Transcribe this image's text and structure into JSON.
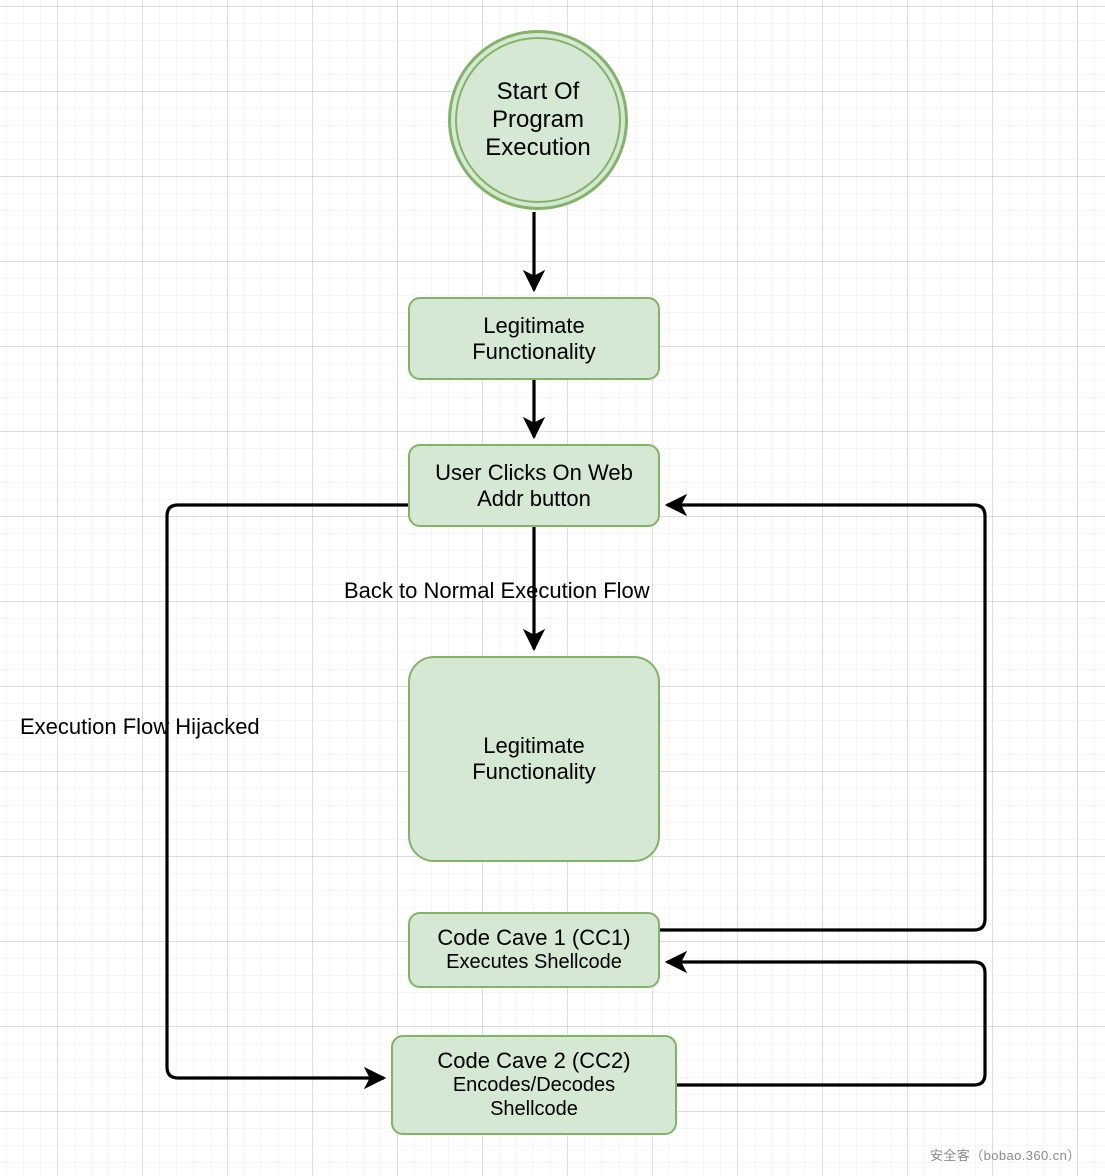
{
  "diagram": {
    "title": "Code Cave Execution Flow",
    "colors": {
      "node_fill": "#d5e8d4",
      "node_stroke": "#82b366",
      "edge_stroke": "#000000",
      "text": "#000000",
      "grid_minor": "#f0f0f0",
      "grid_major": "#e2e2e2",
      "watermark": "#8b8b8b"
    },
    "nodes": [
      {
        "id": "start",
        "shape": "double-circle",
        "lines": [
          "Start Of",
          "Program",
          "Execution"
        ]
      },
      {
        "id": "legit1",
        "shape": "rounded-rect",
        "lines": [
          "Legitimate",
          "Functionality"
        ]
      },
      {
        "id": "user-clicks",
        "shape": "rounded-rect",
        "lines": [
          "User Clicks On Web",
          "Addr button"
        ]
      },
      {
        "id": "legit2",
        "shape": "rounded-rect-large",
        "lines": [
          "Legitimate",
          "Functionality"
        ]
      },
      {
        "id": "cc1",
        "shape": "rounded-rect",
        "lines": [
          "Code Cave 1 (CC1)",
          "Executes Shellcode"
        ]
      },
      {
        "id": "cc2",
        "shape": "rounded-rect",
        "lines": [
          "Code Cave 2 (CC2)",
          "Encodes/Decodes",
          "Shellcode"
        ]
      }
    ],
    "edge_labels": [
      {
        "id": "back-to-normal",
        "text": "Back to Normal Execution Flow"
      },
      {
        "id": "hijacked",
        "text": "Execution Flow Hijacked"
      }
    ],
    "edges": [
      {
        "from": "start",
        "to": "legit1",
        "label": ""
      },
      {
        "from": "legit1",
        "to": "user-clicks",
        "label": ""
      },
      {
        "from": "user-clicks",
        "to": "legit2",
        "label": "Back to Normal Execution Flow"
      },
      {
        "from": "user-clicks",
        "to": "cc2",
        "label": "Execution Flow Hijacked"
      },
      {
        "from": "cc2",
        "to": "cc1",
        "label": ""
      },
      {
        "from": "cc1",
        "to": "user-clicks",
        "label": ""
      }
    ],
    "watermark": "安全客（bobao.360.cn）"
  }
}
